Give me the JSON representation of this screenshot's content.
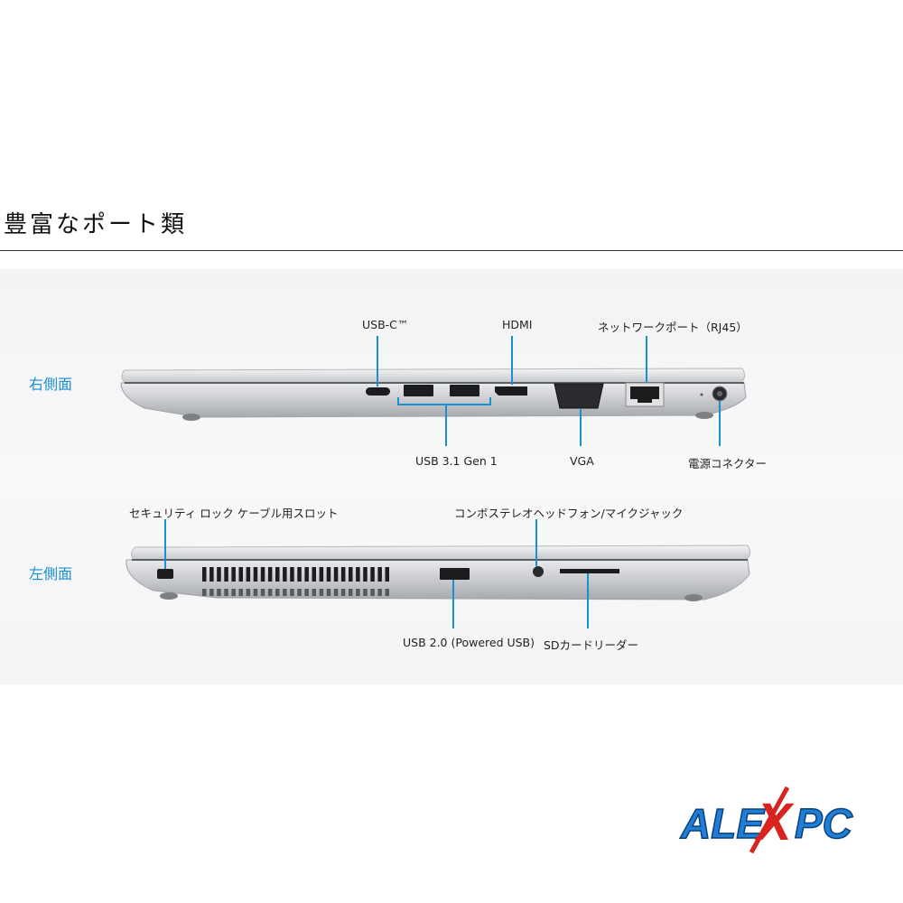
{
  "heading": "豊富なポート類",
  "right_side": {
    "label": "右側面",
    "ports": {
      "usb_c": "USB-C™",
      "hdmi": "HDMI",
      "network": "ネットワークポート（RJ45）",
      "usb31": "USB 3.1 Gen 1",
      "vga": "VGA",
      "power": "電源コネクター"
    }
  },
  "left_side": {
    "label": "左側面",
    "ports": {
      "lock": "セキュリティ ロック ケーブル用スロット",
      "audio": "コンボステレオヘッドフォン/マイクジャック",
      "usb20": "USB 2.0 (Powered USB)",
      "sd": "SDカードリーダー"
    }
  },
  "logo": {
    "text_left": "ALE",
    "text_x": "X",
    "text_right": "PC",
    "brand_blue": "#1f7ed6",
    "brand_red": "#d8231f"
  },
  "colors": {
    "accent": "#1a8fcf",
    "heading_rule": "#333333"
  }
}
